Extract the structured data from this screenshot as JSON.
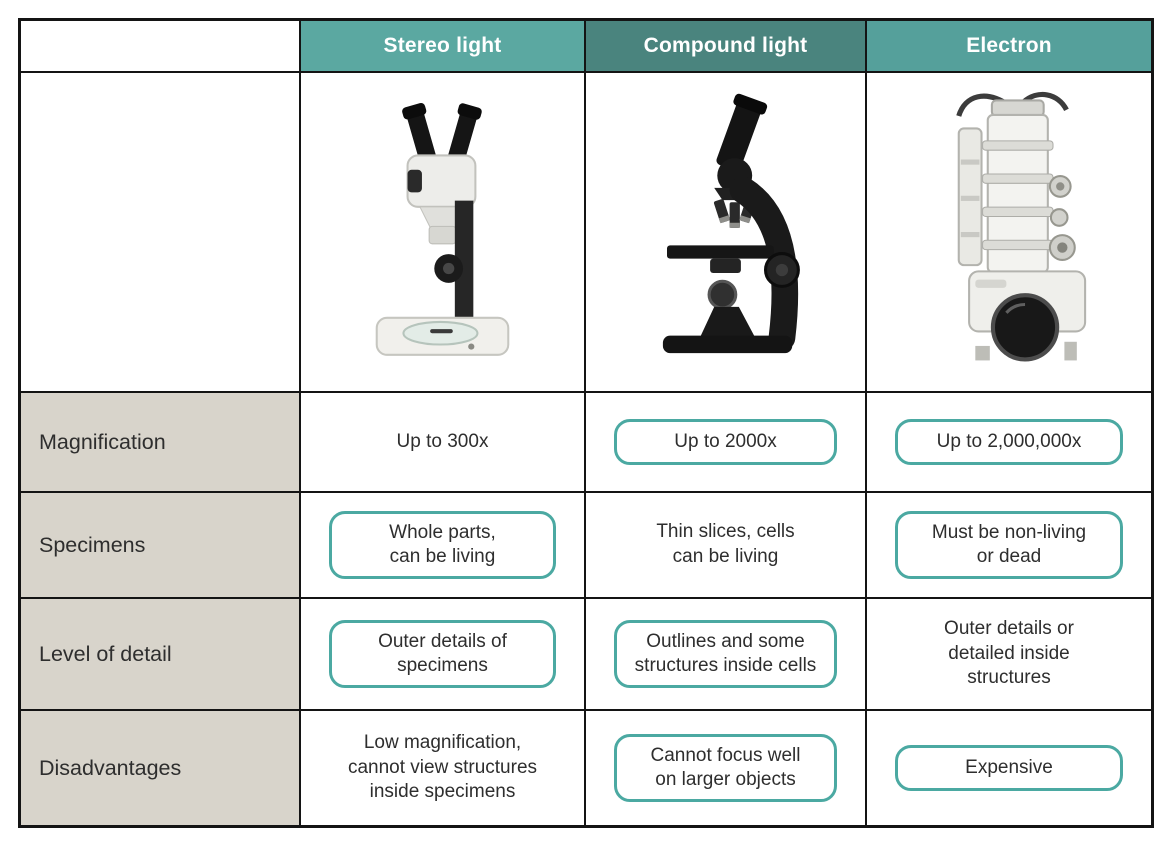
{
  "colors": {
    "box_border": "#4BA9A2",
    "header_stereo": "#5BA8A1",
    "header_compound": "#4A847E",
    "header_electron": "#55A09B",
    "label_background": "#D8D4CB",
    "grid_line": "#141414"
  },
  "table": {
    "columns": [
      {
        "header": "Stereo light"
      },
      {
        "header": "Compound light"
      },
      {
        "header": "Electron"
      }
    ],
    "images": [
      "stereo-light-microscope-photo",
      "compound-light-microscope-photo",
      "electron-microscope-photo"
    ],
    "rows": [
      {
        "label": "Magnification",
        "cells": [
          {
            "text": "Up to 300x",
            "boxed": false
          },
          {
            "text": "Up to 2000x",
            "boxed": true
          },
          {
            "text": "Up to 2,000,000x",
            "boxed": true
          }
        ]
      },
      {
        "label": "Specimens",
        "cells": [
          {
            "text": "Whole parts,\ncan be living",
            "boxed": true
          },
          {
            "text": "Thin slices, cells\ncan be living",
            "boxed": false
          },
          {
            "text": "Must be non-living\nor dead",
            "boxed": true
          }
        ]
      },
      {
        "label": "Level of detail",
        "cells": [
          {
            "text": "Outer details of\nspecimens",
            "boxed": true
          },
          {
            "text": "Outlines and some\nstructures inside cells",
            "boxed": true
          },
          {
            "text": "Outer details or\ndetailed inside\nstructures",
            "boxed": false
          }
        ]
      },
      {
        "label": "Disadvantages",
        "cells": [
          {
            "text": "Low magnification,\ncannot view structures\ninside specimens",
            "boxed": false
          },
          {
            "text": "Cannot focus well\non larger objects",
            "boxed": true
          },
          {
            "text": "Expensive",
            "boxed": true
          }
        ]
      }
    ]
  }
}
